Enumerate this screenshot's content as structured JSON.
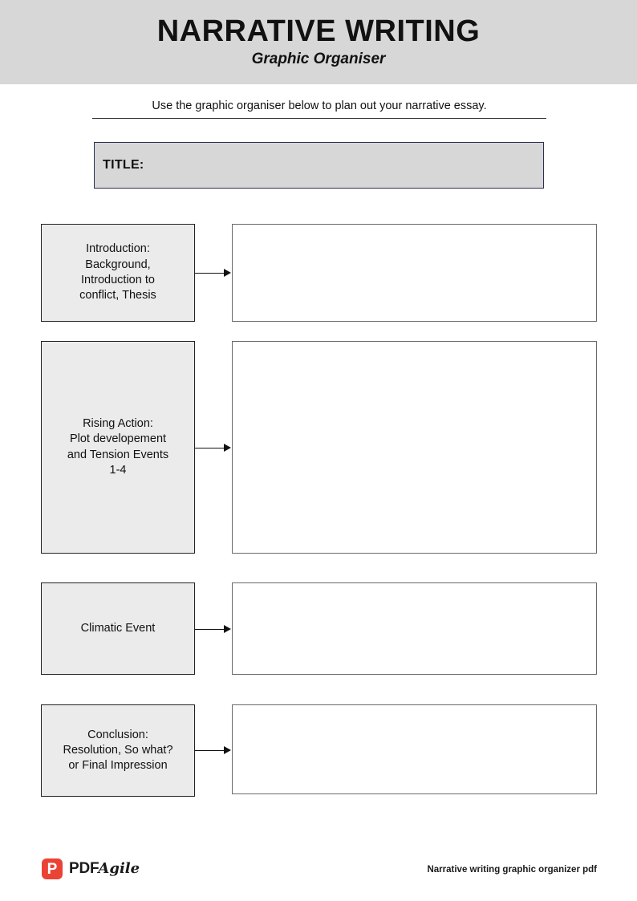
{
  "header": {
    "title": "NARRATIVE WRITING",
    "subtitle": "Graphic Organiser",
    "band_color": "#d7d7d7"
  },
  "instruction": {
    "text": "Use the graphic organiser below to plan out your narrative essay."
  },
  "title_field": {
    "label": "TITLE:",
    "value": "",
    "fill_color": "#d7d7d7",
    "border_color": "#2b2f52"
  },
  "organiser": {
    "label_fill_color": "#ebebeb",
    "write_box_border_color": "#6a6a6a",
    "rows": [
      {
        "label": "Introduction:\nBackground,\nIntroduction to\nconflict, Thesis",
        "response": "",
        "arrow": "arrow-right"
      },
      {
        "label": "Rising Action:\nPlot developement\nand Tension Events\n1-4",
        "response": "",
        "arrow": "arrow-right"
      },
      {
        "label": "Climatic Event",
        "response": "",
        "arrow": "arrow-right"
      },
      {
        "label": "Conclusion:\nResolution, So what?\nor Final Impression",
        "response": "",
        "arrow": "arrow-right"
      }
    ]
  },
  "footer": {
    "brand_mark_glyph": "P",
    "brand_name_primary": "PDF",
    "brand_name_secondary": "Agile",
    "brand_color": "#ea4335",
    "caption": "Narrative writing graphic organizer pdf"
  }
}
